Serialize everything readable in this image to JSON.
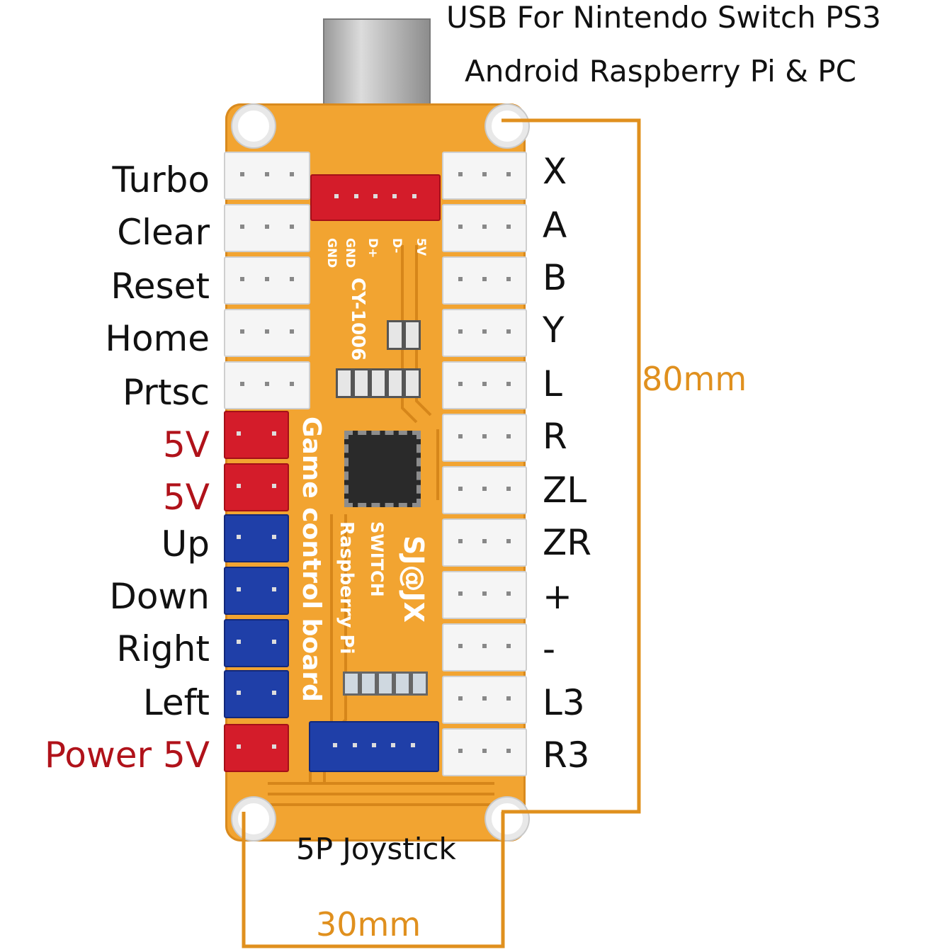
{
  "header": {
    "line1": "USB For Nintendo Switch PS3",
    "line2": "Android Raspberry Pi & PC"
  },
  "left_labels": [
    {
      "text": "Turbo",
      "color": "black"
    },
    {
      "text": "Clear",
      "color": "black"
    },
    {
      "text": "Reset",
      "color": "black"
    },
    {
      "text": "Home",
      "color": "black"
    },
    {
      "text": "Prtsc",
      "color": "black"
    },
    {
      "text": "5V",
      "color": "red"
    },
    {
      "text": "5V",
      "color": "red"
    },
    {
      "text": "Up",
      "color": "black"
    },
    {
      "text": "Down",
      "color": "black"
    },
    {
      "text": "Right",
      "color": "black"
    },
    {
      "text": "Left",
      "color": "black"
    },
    {
      "text": "Power 5V",
      "color": "red"
    }
  ],
  "right_labels": [
    "X",
    "A",
    "B",
    "Y",
    "L",
    "R",
    "ZL",
    "ZR",
    "+",
    "-",
    "L3",
    "R3"
  ],
  "dimensions": {
    "height": "80mm",
    "width": "30mm"
  },
  "caption": "5P Joystick",
  "pcb": {
    "model": "CY-1006",
    "brand": "SJ@JX",
    "line_switch": "SWITCH",
    "line_rpi": "Raspberry Pi",
    "line_board": "Game control board",
    "pin_labels": [
      "GND",
      "GND",
      "D+",
      "D-",
      "5V"
    ]
  },
  "colors": {
    "board": "#f2a431",
    "dimension": "#e0901e",
    "red_label": "#b0121a",
    "connector_red": "#d41c2a",
    "connector_blue": "#1f3fa8",
    "connector_white": "#f5f5f5"
  }
}
